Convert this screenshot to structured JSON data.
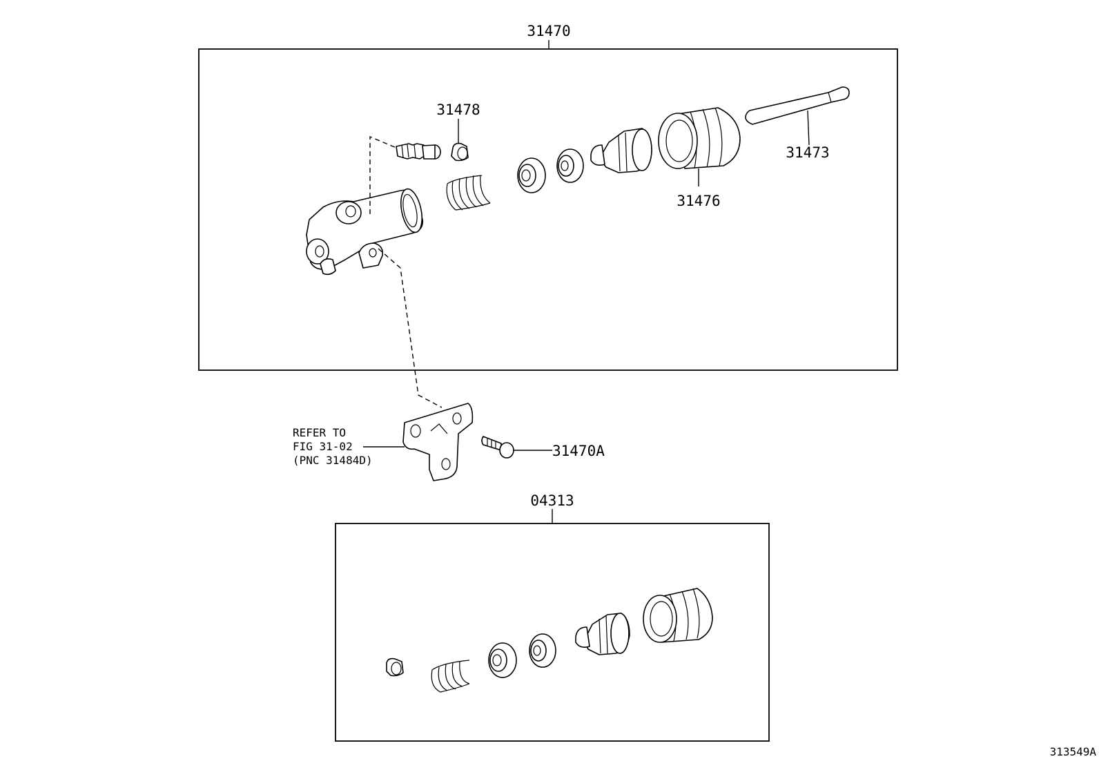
{
  "diagram": {
    "labels": {
      "kit_upper": "31470",
      "bleeder_cap": "31478",
      "push_rod": "31473",
      "boot": "31476",
      "bolt": "31470A",
      "kit_lower": "04313",
      "drawing_id": "313549A"
    },
    "reference_note": {
      "line1": "REFER TO",
      "line2": "FIG 31-02",
      "line3": "(PNC 31484D)"
    }
  }
}
